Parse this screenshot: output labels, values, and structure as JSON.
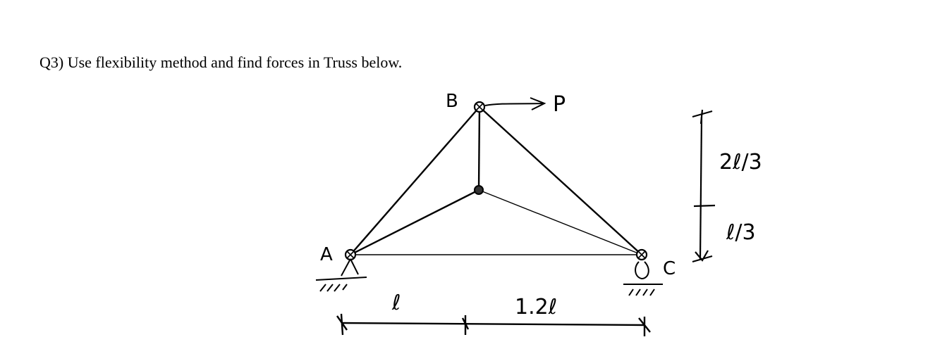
{
  "question": {
    "text": "Q3) Use flexibility method and find forces in Truss below."
  },
  "truss": {
    "nodes": {
      "A": "A",
      "B": "B",
      "C": "C"
    },
    "load": "P",
    "horizontal_spans": {
      "left": "ℓ",
      "right": "1.2ℓ"
    },
    "vertical_spans": {
      "upper": "2ℓ/3",
      "lower": "ℓ/3"
    }
  }
}
